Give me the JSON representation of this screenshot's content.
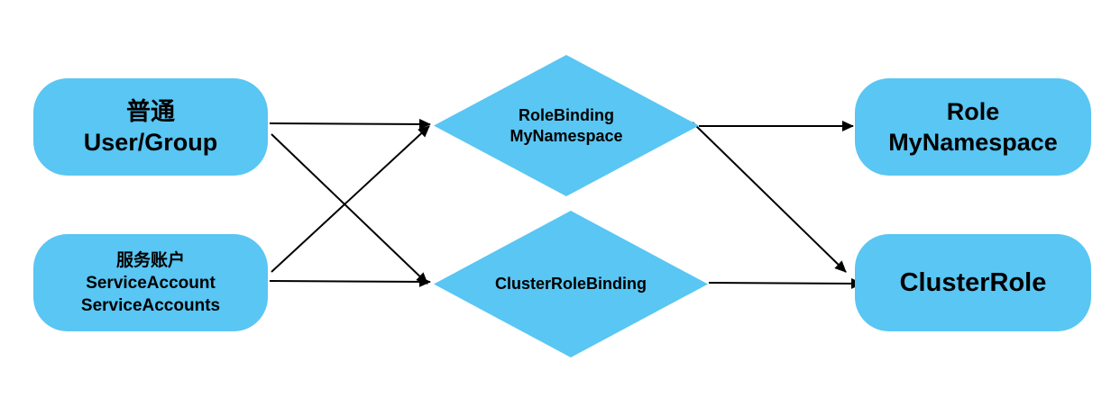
{
  "diagram": {
    "colors": {
      "node_fill": "#59c6f3",
      "arrow": "#000000",
      "text": "#000000",
      "background": "#ffffff"
    },
    "nodes": {
      "user": {
        "line1": "普通",
        "line2": "User/Group"
      },
      "service_account": {
        "line1": "服务账户",
        "line2": "ServiceAccount",
        "line3": "ServiceAccounts"
      },
      "role_binding": {
        "line1": "RoleBinding",
        "line2": "MyNamespace"
      },
      "cluster_role_binding": {
        "line1": "ClusterRoleBinding"
      },
      "role": {
        "line1": "Role",
        "line2": "MyNamespace"
      },
      "cluster_role": {
        "line1": "ClusterRole"
      }
    },
    "edges": [
      {
        "from": "user",
        "to": "role_binding"
      },
      {
        "from": "user",
        "to": "cluster_role_binding"
      },
      {
        "from": "service_account",
        "to": "role_binding"
      },
      {
        "from": "service_account",
        "to": "cluster_role_binding"
      },
      {
        "from": "role_binding",
        "to": "role"
      },
      {
        "from": "role_binding",
        "to": "cluster_role"
      },
      {
        "from": "cluster_role_binding",
        "to": "cluster_role"
      }
    ]
  }
}
